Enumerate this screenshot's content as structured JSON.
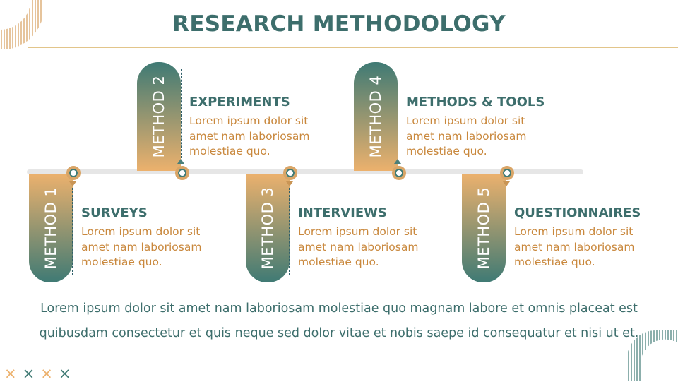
{
  "title": "RESEARCH METHODOLOGY",
  "methods": [
    {
      "tab": "METHOD 1",
      "heading": "SURVEYS",
      "text": "Lorem ipsum dolor sit amet nam laboriosam molestiae quo."
    },
    {
      "tab": "METHOD 2",
      "heading": "EXPERIMENTS",
      "text": "Lorem ipsum dolor sit amet nam laboriosam molestiae quo."
    },
    {
      "tab": "METHOD 3",
      "heading": "INTERVIEWS",
      "text": "Lorem ipsum dolor sit amet nam laboriosam molestiae quo."
    },
    {
      "tab": "METHOD 4",
      "heading": "METHODS & TOOLS",
      "text": "Lorem ipsum dolor sit amet nam laboriosam molestiae quo."
    },
    {
      "tab": "METHOD 5",
      "heading": "QUESTIONNAIRES",
      "text": "Lorem ipsum dolor sit amet nam laboriosam molestiae quo."
    }
  ],
  "footer": "Lorem ipsum dolor sit amet nam laboriosam molestiae quo magnam labore et omnis placeat est quibusdam consectetur et quis neque sed dolor vitae et nobis saepe id consequatur et nisi ut et.",
  "colors": {
    "teal": "#3d6e6c",
    "gold": "#c9883d",
    "orange": "#ecb16d"
  }
}
